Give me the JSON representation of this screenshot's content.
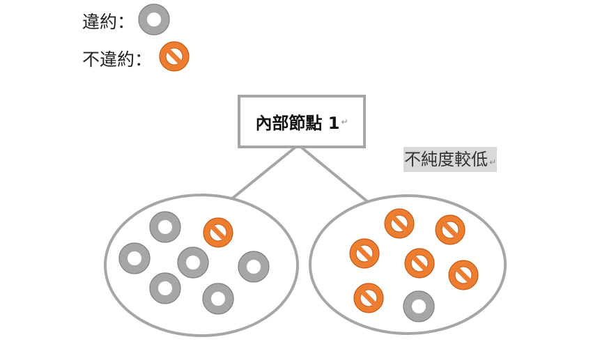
{
  "legend": {
    "default_label": "違約：",
    "non_default_label": "不違約："
  },
  "node": {
    "label": "內部節點 1",
    "paragraph_mark": "↵"
  },
  "annotation": {
    "label": "不純度較低",
    "paragraph_mark": "↵"
  },
  "colors": {
    "default_ring_fill": "#a6a6a6",
    "default_ring_stroke": "#7f7f7f",
    "non_default_fill": "#ed7d31",
    "non_default_stroke": "#c55a11",
    "edge": "#a6a6a6",
    "ellipse": "#a6a6a6",
    "highlight": "#d9d9d9"
  },
  "icons": {
    "default": "gray-ring-icon",
    "non_default": "orange-prohibited-icon"
  },
  "groups": {
    "left": {
      "default_count": 6,
      "non_default_count": 1
    },
    "right": {
      "default_count": 1,
      "non_default_count": 6
    }
  }
}
